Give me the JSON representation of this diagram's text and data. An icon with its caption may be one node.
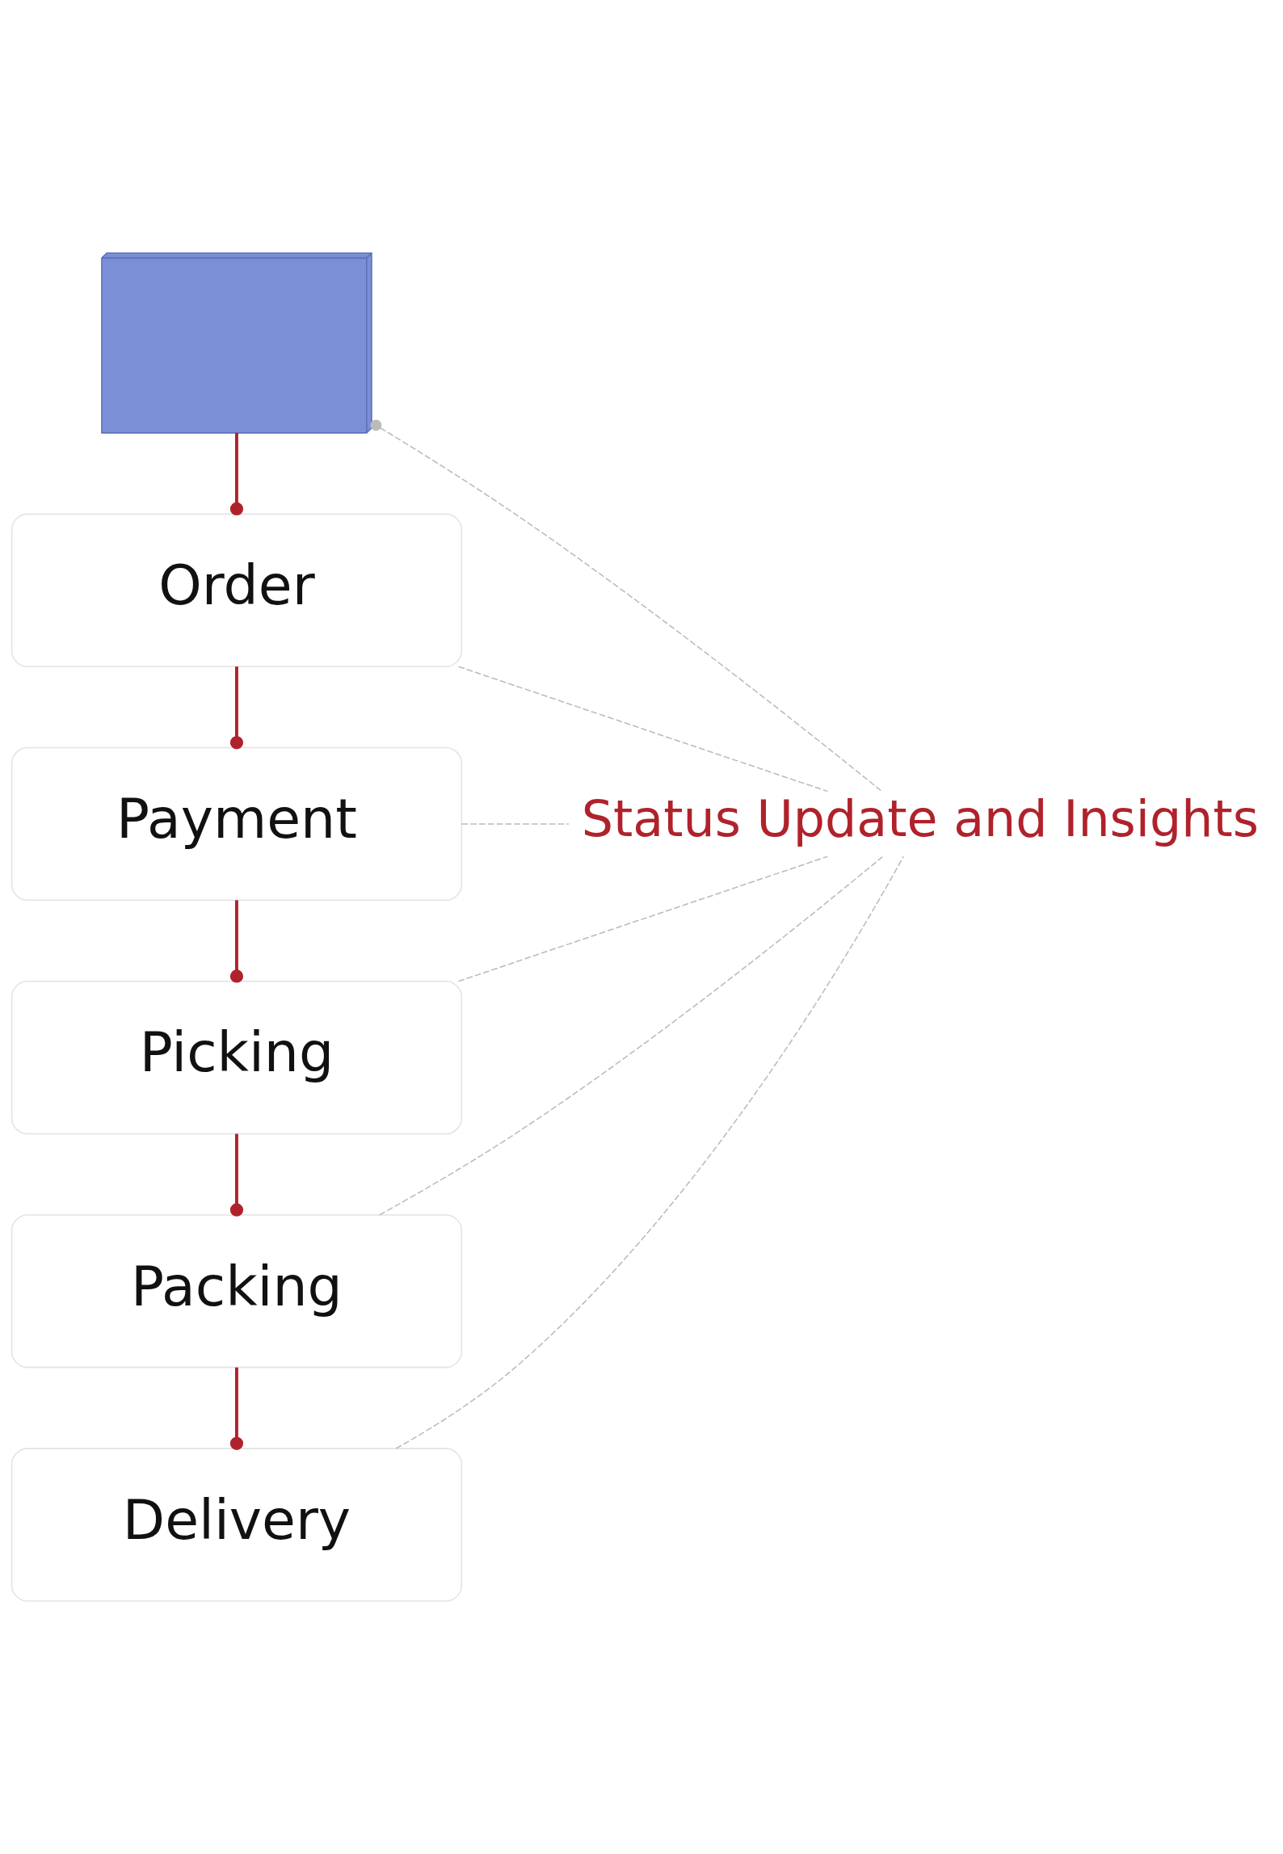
{
  "diagram": {
    "nodes": [
      {
        "text": [],
        "shape": "picture"
      },
      {
        "text": [
          "Order"
        ]
      },
      {
        "text": [
          "Payment"
        ]
      },
      {
        "text": [
          "Picking"
        ]
      },
      {
        "text": [
          "Packing"
        ]
      },
      {
        "text": [
          "Delivery"
        ]
      },
      {
        "text": [
          "Status Update and Insights"
        ]
      }
    ],
    "edges": [
      {
        "from": 0,
        "to": 1,
        "arrow": "other",
        "color": "#b0222b"
      },
      {
        "from": 1,
        "to": 2,
        "arrow": "other",
        "color": "#b0222b"
      },
      {
        "from": 2,
        "to": 3,
        "arrow": "other",
        "color": "#b0222b"
      },
      {
        "from": 3,
        "to": 4,
        "arrow": "other",
        "color": "#b0222b"
      },
      {
        "from": 4,
        "to": 5,
        "arrow": "other",
        "color": "#b0222b"
      },
      {
        "from": 0,
        "to": 6,
        "arrow": "other",
        "style": "dashed"
      },
      {
        "from": 1,
        "to": 6,
        "arrow": "none",
        "style": "dashed"
      },
      {
        "from": 2,
        "to": 6,
        "arrow": "none",
        "style": "dashed"
      },
      {
        "from": 3,
        "to": 6,
        "arrow": "none",
        "style": "dashed"
      },
      {
        "from": 4,
        "to": 6,
        "arrow": "none",
        "style": "dashed"
      },
      {
        "from": 5,
        "to": 6,
        "arrow": "none",
        "style": "dashed"
      }
    ]
  }
}
